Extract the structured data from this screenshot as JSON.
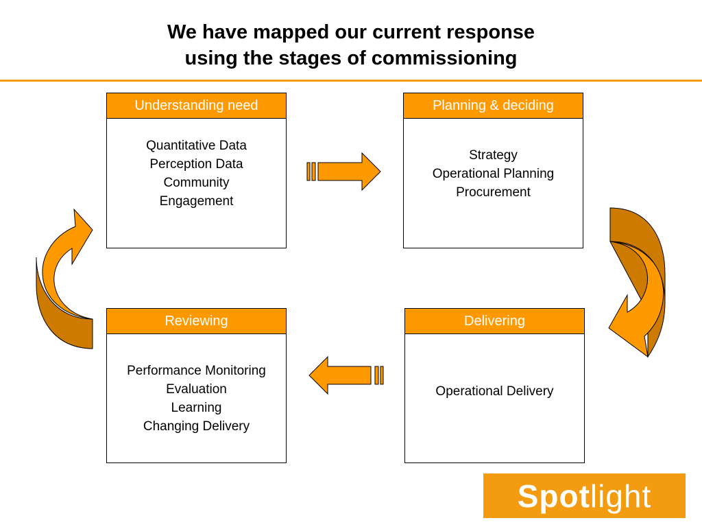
{
  "slide": {
    "title_line1": "We have mapped our current response",
    "title_line2": "using the stages of commissioning"
  },
  "stages": {
    "understanding": {
      "header": "Understanding need",
      "lines": [
        "Quantitative Data",
        "Perception Data",
        "Community",
        "Engagement"
      ]
    },
    "planning": {
      "header": "Planning & deciding",
      "lines": [
        "Strategy",
        "Operational Planning",
        "Procurement"
      ]
    },
    "reviewing": {
      "header": "Reviewing",
      "lines": [
        "Performance Monitoring",
        "Evaluation",
        "Learning",
        "Changing Delivery"
      ]
    },
    "delivering": {
      "header": "Delivering",
      "lines": [
        "Operational Delivery"
      ]
    }
  },
  "logo": {
    "part1": "Spot",
    "part2": "light"
  },
  "colors": {
    "accent": "#ff9900",
    "rule": "#f39c12",
    "arrow_fill": "#ff9900",
    "curve_dark": "#cc7a00"
  }
}
